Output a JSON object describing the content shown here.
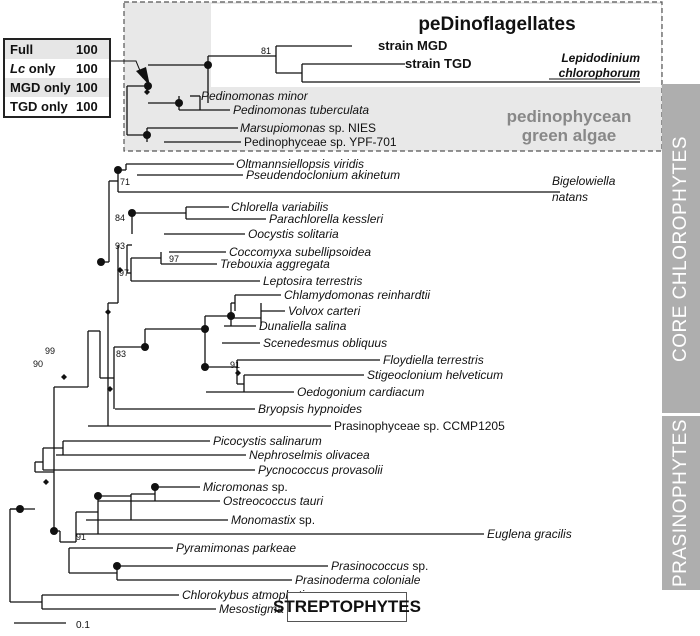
{
  "taxa": [
    {
      "id": "strain-mgd",
      "label": "strain MGD",
      "style": "bold"
    },
    {
      "id": "strain-tgd",
      "label": "strain TGD",
      "style": "bold"
    },
    {
      "id": "lepidodinium",
      "label": "Lepidodinium",
      "style": "bolditalic"
    },
    {
      "id": "lepidodinium-2",
      "label": "chlorophorum",
      "style": "bolditalic"
    },
    {
      "id": "pedinomonas-minor",
      "label": "Pedinomonas minor",
      "style": "italic"
    },
    {
      "id": "pedinomonas-tuberculata",
      "label": "Pedinomonas tuberculata",
      "style": "italic"
    },
    {
      "id": "marsupiomonas",
      "label": "Marsupiomonas",
      "suffix": " sp. NIES",
      "style": "italic"
    },
    {
      "id": "pedinophyceae",
      "label": "Pedinophyceae sp. YPF-701",
      "style": "normal"
    },
    {
      "id": "oltmannsiellopsis",
      "label": "Oltmannsiellopsis viridis",
      "style": "italic"
    },
    {
      "id": "pseudendoclonium",
      "label": "Pseudendoclonium akinetum",
      "style": "italic"
    },
    {
      "id": "bigelowiella",
      "label": "Bigelowiella",
      "style": "italic"
    },
    {
      "id": "bigelowiella-2",
      "label": "natans",
      "style": "italic"
    },
    {
      "id": "chlorella",
      "label": "Chlorella variabilis",
      "style": "italic"
    },
    {
      "id": "parachlorella",
      "label": "Parachlorella kessleri",
      "style": "italic"
    },
    {
      "id": "oocystis",
      "label": "Oocystis solitaria",
      "style": "italic"
    },
    {
      "id": "coccomyxa",
      "label": "Coccomyxa subellipsoidea",
      "style": "italic"
    },
    {
      "id": "trebouxia",
      "label": "Trebouxia aggregata",
      "style": "italic"
    },
    {
      "id": "leptosira",
      "label": "Leptosira terrestris",
      "style": "italic"
    },
    {
      "id": "chlamydomonas",
      "label": "Chlamydomonas reinhardtii",
      "style": "italic"
    },
    {
      "id": "volvox",
      "label": "Volvox carteri",
      "style": "italic"
    },
    {
      "id": "dunaliella",
      "label": "Dunaliella salina",
      "style": "italic"
    },
    {
      "id": "scenedesmus",
      "label": "Scenedesmus obliquus",
      "style": "italic"
    },
    {
      "id": "floydiella",
      "label": "Floydiella terrestris",
      "style": "italic"
    },
    {
      "id": "stigeoclonium",
      "label": "Stigeoclonium helveticum",
      "style": "italic"
    },
    {
      "id": "oedogonium",
      "label": "Oedogonium cardiacum",
      "style": "italic"
    },
    {
      "id": "bryopsis",
      "label": "Bryopsis hypnoides",
      "style": "italic"
    },
    {
      "id": "prasinophyceae",
      "label": "Prasinophyceae sp. CCMP1205",
      "style": "normal"
    },
    {
      "id": "picocystis",
      "label": "Picocystis salinarum",
      "style": "italic"
    },
    {
      "id": "nephroselmis",
      "label": "Nephroselmis olivacea",
      "style": "italic"
    },
    {
      "id": "pycnococcus",
      "label": "Pycnococcus provasolii",
      "style": "italic"
    },
    {
      "id": "micromonas",
      "label": "Micromonas",
      "suffix": " sp.",
      "style": "italic"
    },
    {
      "id": "ostreococcus",
      "label": "Ostreococcus tauri",
      "style": "italic"
    },
    {
      "id": "monomastix",
      "label": "Monomastix",
      "suffix": " sp.",
      "style": "italic"
    },
    {
      "id": "euglena",
      "label": "Euglena gracilis",
      "style": "italic"
    },
    {
      "id": "pyramimonas",
      "label": "Pyramimonas parkeae",
      "style": "italic"
    },
    {
      "id": "prasinococcus",
      "label": "Prasinococcus",
      "suffix": " sp.",
      "style": "italic"
    },
    {
      "id": "prasinoderma",
      "label": "Prasinoderma coloniale",
      "style": "italic"
    },
    {
      "id": "chlorokybus",
      "label": "Chlorokybus atmophyticus",
      "style": "italic"
    },
    {
      "id": "mesostigma",
      "label": "Mesostigma viride",
      "style": "italic"
    }
  ],
  "support_values": [
    "81",
    "71",
    "84",
    "93",
    "97",
    "97",
    "91",
    "83",
    "99",
    "90",
    "91"
  ],
  "groups": {
    "pedinoflagellates": "peDinoflagellates",
    "pedinophycean_1": "pedinophycean",
    "pedinophycean_2": "green algae",
    "core_chlorophytes": "CORE CHLOROPHYTES",
    "prasinophytes": "PRASINOPHYTES",
    "streptophytes": "STREPTOPHYTES"
  },
  "legend": [
    {
      "key": "Full",
      "value": "100",
      "italic": false
    },
    {
      "key": "Lc",
      "key_suffix": " only",
      "value": "100",
      "italic": true
    },
    {
      "key": "MGD only",
      "value": "100",
      "italic": false
    },
    {
      "key": "TGD only",
      "value": "100",
      "italic": false
    }
  ],
  "scale_bar_label": "0.1",
  "colors": {
    "branch": "#111111",
    "highlight_box": "#e8e8e8",
    "side_label": "#aeaeae",
    "group_text": "#888888"
  }
}
